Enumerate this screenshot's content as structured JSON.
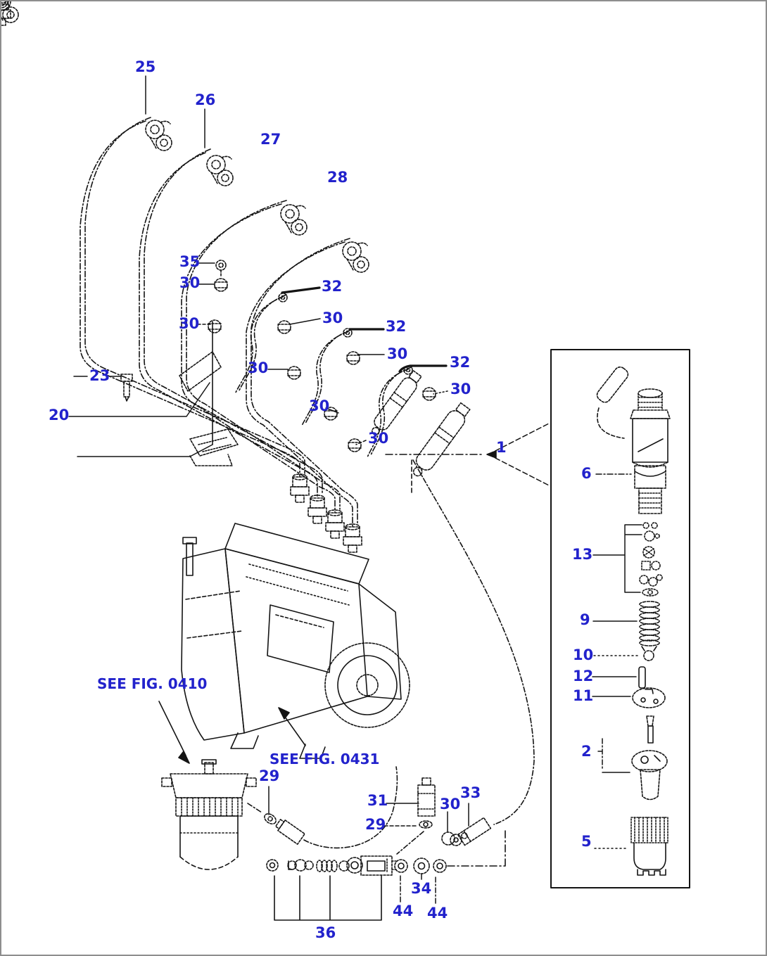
{
  "colors": {
    "background": "#ffffff",
    "page_border": "#8e8e8e",
    "line": "#141414",
    "callout_blue": "#2222cc"
  },
  "callouts": [
    {
      "id": "25",
      "text": "25"
    },
    {
      "id": "26",
      "text": "26"
    },
    {
      "id": "27",
      "text": "27"
    },
    {
      "id": "28",
      "text": "28"
    },
    {
      "id": "35",
      "text": "35"
    },
    {
      "id": "30-1",
      "text": "30"
    },
    {
      "id": "32-1",
      "text": "32"
    },
    {
      "id": "30-2",
      "text": "30"
    },
    {
      "id": "30-3",
      "text": "30"
    },
    {
      "id": "32-2",
      "text": "32"
    },
    {
      "id": "30-4",
      "text": "30"
    },
    {
      "id": "30-5",
      "text": "30"
    },
    {
      "id": "32-3",
      "text": "32"
    },
    {
      "id": "23",
      "text": "23"
    },
    {
      "id": "30-6",
      "text": "30"
    },
    {
      "id": "20",
      "text": "20"
    },
    {
      "id": "30-7",
      "text": "30"
    },
    {
      "id": "30-8",
      "text": "30"
    },
    {
      "id": "1",
      "text": "1"
    },
    {
      "id": "6",
      "text": "6"
    },
    {
      "id": "13",
      "text": "13"
    },
    {
      "id": "9",
      "text": "9"
    },
    {
      "id": "10",
      "text": "10"
    },
    {
      "id": "12",
      "text": "12"
    },
    {
      "id": "11",
      "text": "11"
    },
    {
      "id": "2",
      "text": "2"
    },
    {
      "id": "5",
      "text": "5"
    },
    {
      "id": "29-1",
      "text": "29"
    },
    {
      "id": "31",
      "text": "31"
    },
    {
      "id": "30-9",
      "text": "30"
    },
    {
      "id": "33",
      "text": "33"
    },
    {
      "id": "29-2",
      "text": "29"
    },
    {
      "id": "34",
      "text": "34"
    },
    {
      "id": "44-1",
      "text": "44"
    },
    {
      "id": "44-2",
      "text": "44"
    },
    {
      "id": "36",
      "text": "36"
    }
  ],
  "notes": [
    {
      "id": "see-fig-0410",
      "text": "SEE FIG. 0410"
    },
    {
      "id": "see-fig-0431",
      "text": "SEE FIG. 0431"
    }
  ]
}
